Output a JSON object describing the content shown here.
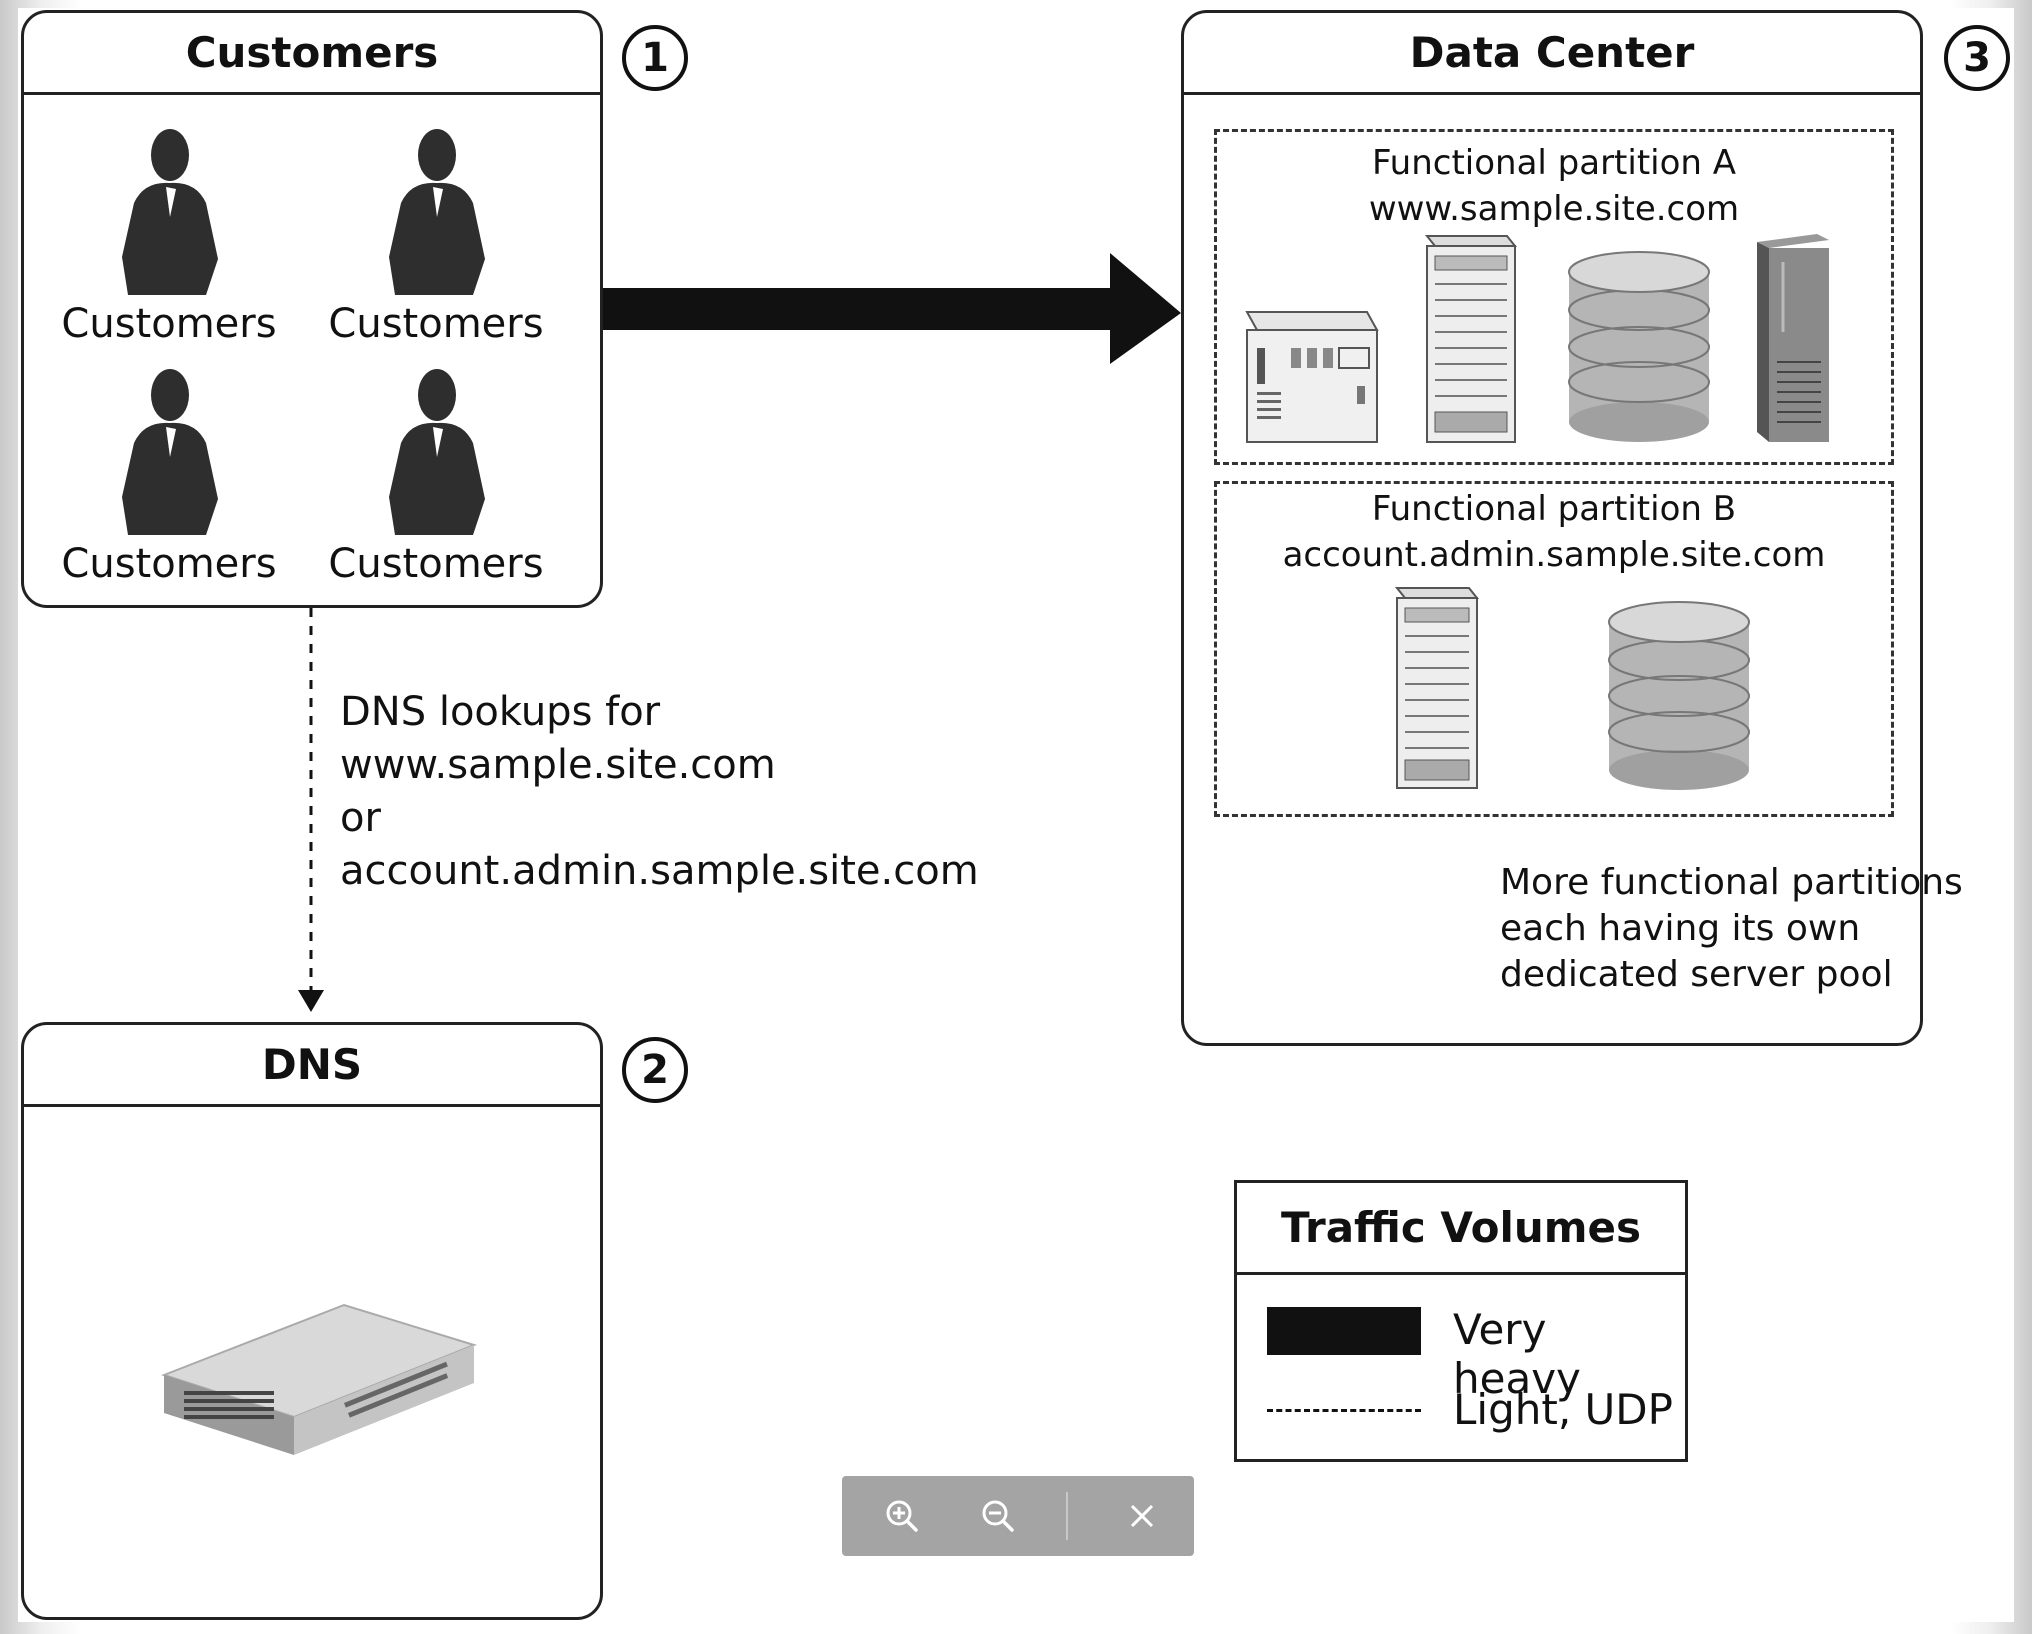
{
  "customers": {
    "title": "Customers",
    "badge": "1",
    "items": [
      "Customers",
      "Customers",
      "Customers",
      "Customers"
    ]
  },
  "dns": {
    "title": "DNS",
    "badge": "2",
    "lookup_text": [
      "DNS lookups for",
      "www.sample.site.com",
      "or",
      "account.admin.sample.site.com"
    ]
  },
  "data_center": {
    "title": "Data Center",
    "badge": "3",
    "partition_a": {
      "name": "Functional partition A",
      "host": "www.sample.site.com"
    },
    "partition_b": {
      "name": "Functional partition B",
      "host": "account.admin.sample.site.com"
    },
    "more_partitions": [
      "More functional partitions",
      "each having its own",
      "dedicated server pool"
    ]
  },
  "legend": {
    "title": "Traffic Volumes",
    "heavy": "Very heavy",
    "light": "Light, UDP"
  },
  "toolbar": {
    "zoom_in_icon": "zoom-in-icon",
    "zoom_out_icon": "zoom-out-icon",
    "close_icon": "close-icon"
  },
  "colors": {
    "stroke": "#222222",
    "toolbar_bg": "#a4a4a4"
  }
}
